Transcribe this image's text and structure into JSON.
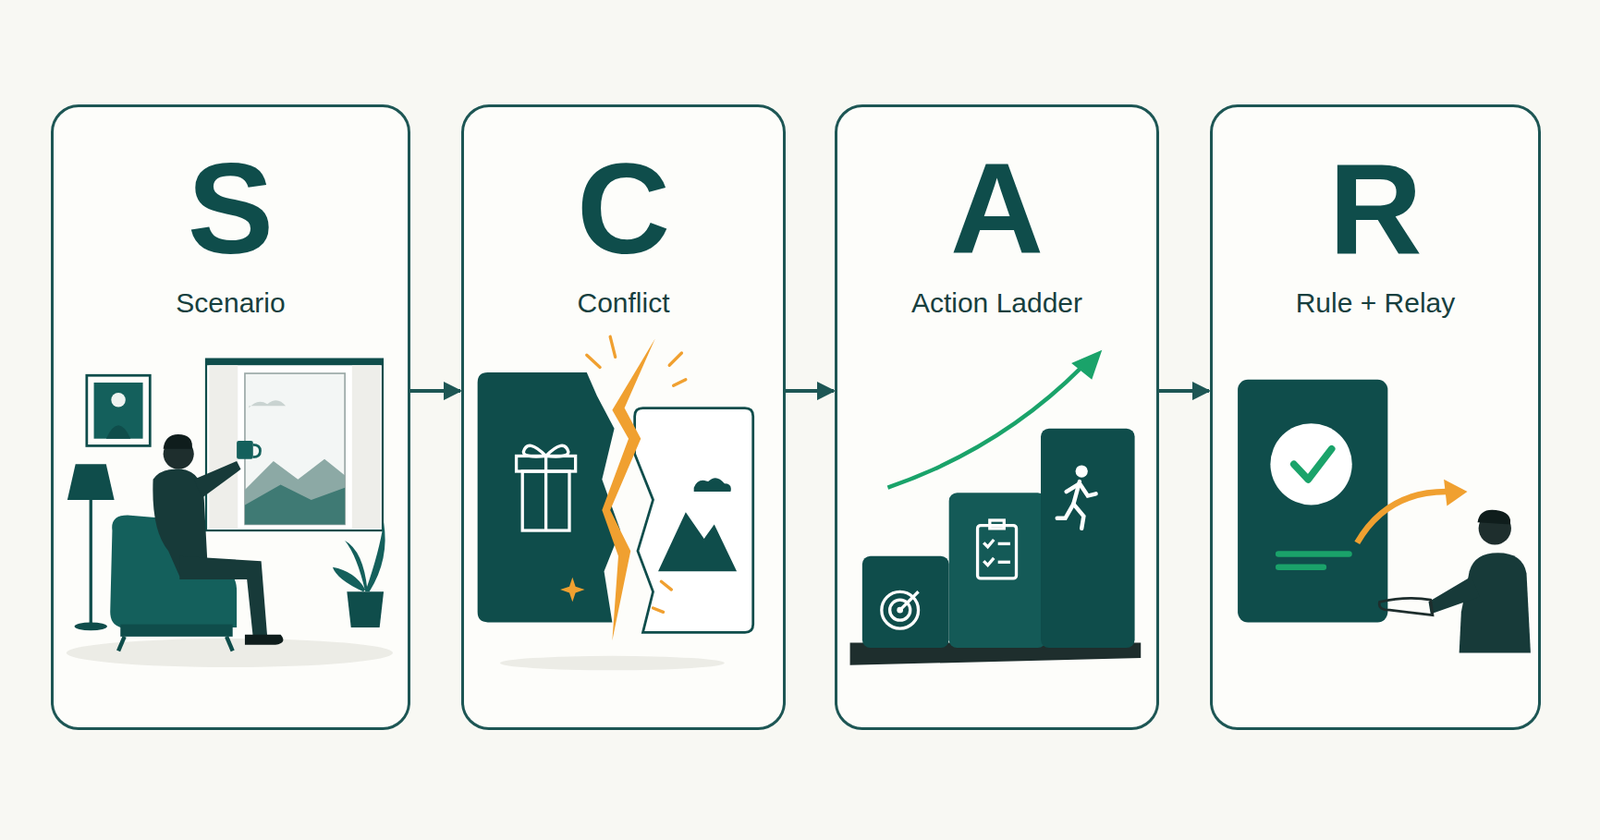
{
  "diagram": {
    "nodes": [
      {
        "text": [
          "S",
          "Scenario"
        ]
      },
      {
        "text": [
          "C",
          "Conflict"
        ]
      },
      {
        "text": [
          "A",
          "Action Ladder"
        ]
      },
      {
        "text": [
          "R",
          "Rule + Relay"
        ]
      }
    ],
    "edges": [
      {
        "from": 0,
        "to": 1,
        "arrow": "to"
      },
      {
        "from": 1,
        "to": 2,
        "arrow": "to"
      },
      {
        "from": 2,
        "to": 3,
        "arrow": "to"
      }
    ]
  }
}
